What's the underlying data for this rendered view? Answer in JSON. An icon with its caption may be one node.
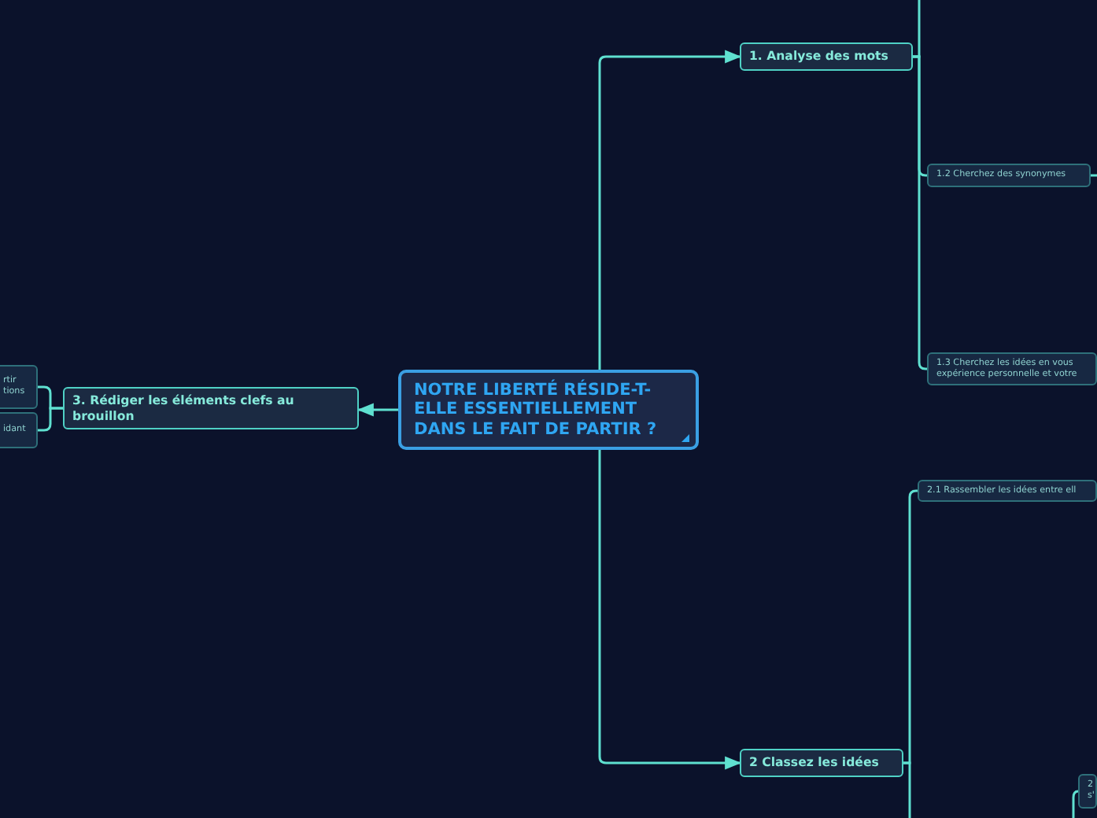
{
  "diagram": {
    "nodes": [
      {
        "text": [
          "NOTRE LIBERTÉ RÉSIDE-T-ELLE ESSENTIELLEMENT DANS LE FAIT DE PARTIR ?"
        ]
      },
      {
        "text": [
          "1. Analyse des mots"
        ]
      },
      {
        "text": [
          "1.2 Cherchez des synonymes"
        ]
      },
      {
        "text": [
          "1.3 Cherchez les idées en vous expérience personnelle et votre"
        ]
      },
      {
        "text": [
          "2 Classez les idées"
        ]
      },
      {
        "text": [
          "2.1 Rassembler les idées entre ell"
        ]
      },
      {
        "text": [
          "2 s'"
        ]
      },
      {
        "text": [
          "3. Rédiger les éléments clefs au brouillon"
        ]
      },
      {
        "text": [
          "rtir tions"
        ]
      },
      {
        "text": [
          "idant"
        ]
      }
    ],
    "edges": [
      {
        "from": 0,
        "to": 1,
        "arrow": "to"
      },
      {
        "from": 0,
        "to": 4,
        "arrow": "to"
      },
      {
        "from": 0,
        "to": 7,
        "arrow": "to"
      },
      {
        "from": 1,
        "to": null,
        "arrow": "none"
      },
      {
        "from": 1,
        "to": 2,
        "arrow": "none"
      },
      {
        "from": 1,
        "to": 3,
        "arrow": "none"
      },
      {
        "from": 2,
        "to": null,
        "arrow": "none"
      },
      {
        "from": 4,
        "to": 5,
        "arrow": "none"
      },
      {
        "from": 4,
        "to": null,
        "arrow": "none"
      },
      {
        "from": null,
        "to": 6,
        "arrow": "none"
      },
      {
        "from": 7,
        "to": 8,
        "arrow": "none"
      },
      {
        "from": 7,
        "to": 9,
        "arrow": "none"
      }
    ]
  }
}
